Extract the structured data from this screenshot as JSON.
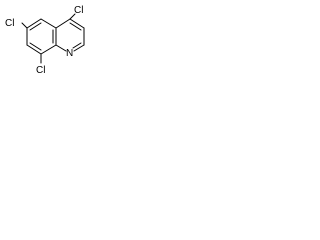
{
  "molecule": {
    "atoms": {
      "cl_top_right": "Cl",
      "cl_left": "Cl",
      "cl_bottom": "Cl",
      "nitrogen": "N"
    }
  }
}
